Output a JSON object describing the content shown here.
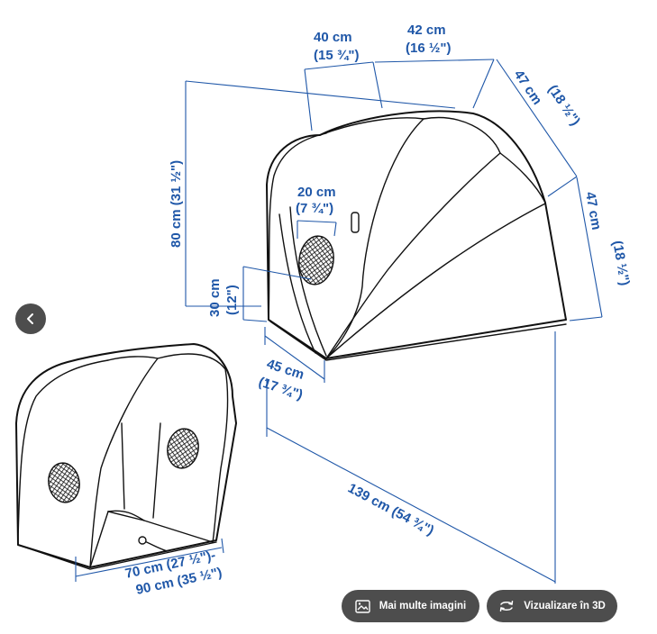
{
  "dimensions": {
    "top_depth": "40 cm",
    "top_depth_in": "(15 ¾\")",
    "top_width": "42 cm",
    "top_width_in": "(16 ½\")",
    "side_upper": "47 cm",
    "side_upper_in": "(18 ½\")",
    "side_lower": "47 cm",
    "side_lower_in": "(18 ½\")",
    "height": "80 cm (31 ½\")",
    "vent": "20 cm",
    "vent_in": "(7 ¾\")",
    "vent_height": "30 cm",
    "vent_height_in": "(12\")",
    "base_depth": "45 cm",
    "base_depth_in": "(17 ¾\")",
    "length": "139 cm (54 ¾\")",
    "front_width": "70 cm (27 ½\")-",
    "front_width_max": "90 cm (35 ½\")"
  },
  "controls": {
    "more_images_label": "Mai multe imagini",
    "view_3d_label": "Vizualizare în 3D"
  },
  "icons": {
    "prev": "chevron-left-icon",
    "images": "image-gallery-icon",
    "rotate3d": "rotate-3d-icon"
  },
  "colors": {
    "dimension_blue": "#1f57a8",
    "button_bg": "#4d4d4d",
    "button_text": "#ffffff"
  }
}
